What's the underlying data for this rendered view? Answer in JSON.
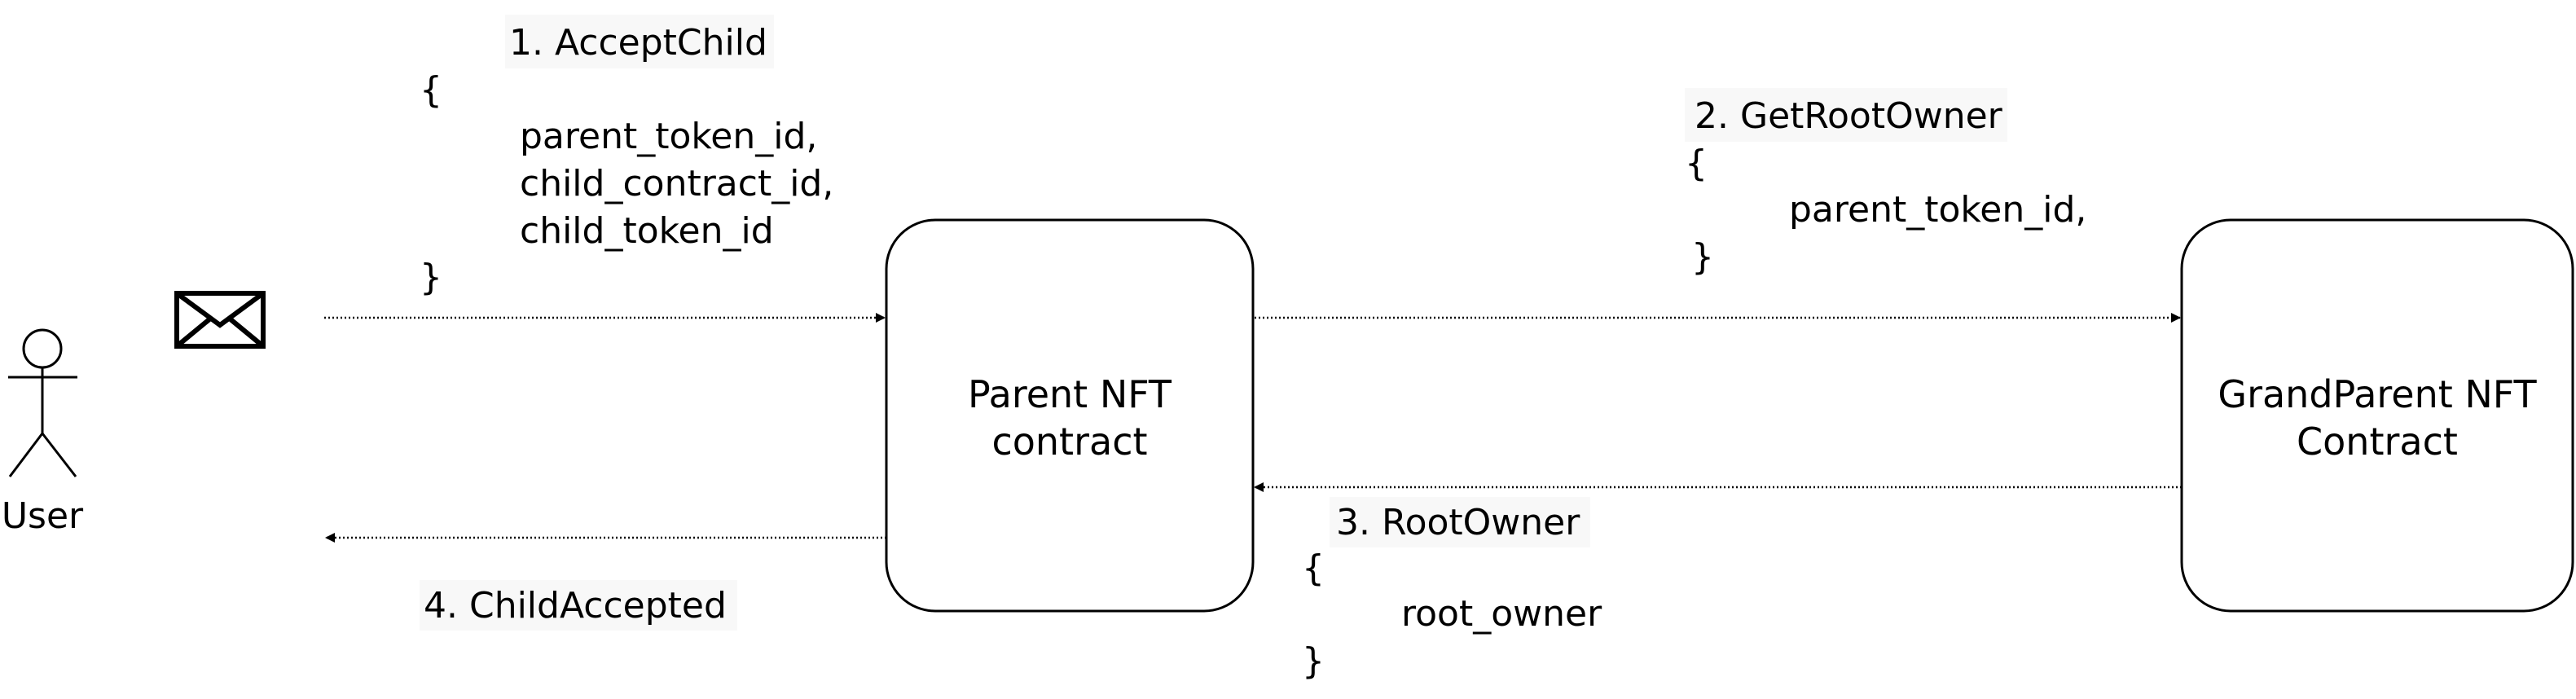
{
  "actor": {
    "label": "User",
    "icon": "stick-figure-icon"
  },
  "envelope": {
    "icon": "envelope-icon"
  },
  "nodes": {
    "parent": {
      "line1": "Parent NFT",
      "line2": "contract"
    },
    "grandparent": {
      "line1": "GrandParent NFT",
      "line2": "Contract"
    }
  },
  "messages": {
    "accept_child": {
      "title": "1. AcceptChild",
      "open": "{",
      "fields": [
        "parent_token_id,",
        "child_contract_id,",
        "child_token_id"
      ],
      "close": "}"
    },
    "get_root_owner": {
      "title": "2. GetRootOwner",
      "open": "{",
      "fields": [
        "parent_token_id,"
      ],
      "close": "}"
    },
    "root_owner": {
      "title": "3. RootOwner",
      "open": "{",
      "fields": [
        "root_owner"
      ],
      "close": "}"
    },
    "child_accepted": {
      "title": "4. ChildAccepted"
    }
  },
  "colors": {
    "stroke": "#000000",
    "label_bg": "#f8f8f8",
    "background": "#ffffff"
  }
}
